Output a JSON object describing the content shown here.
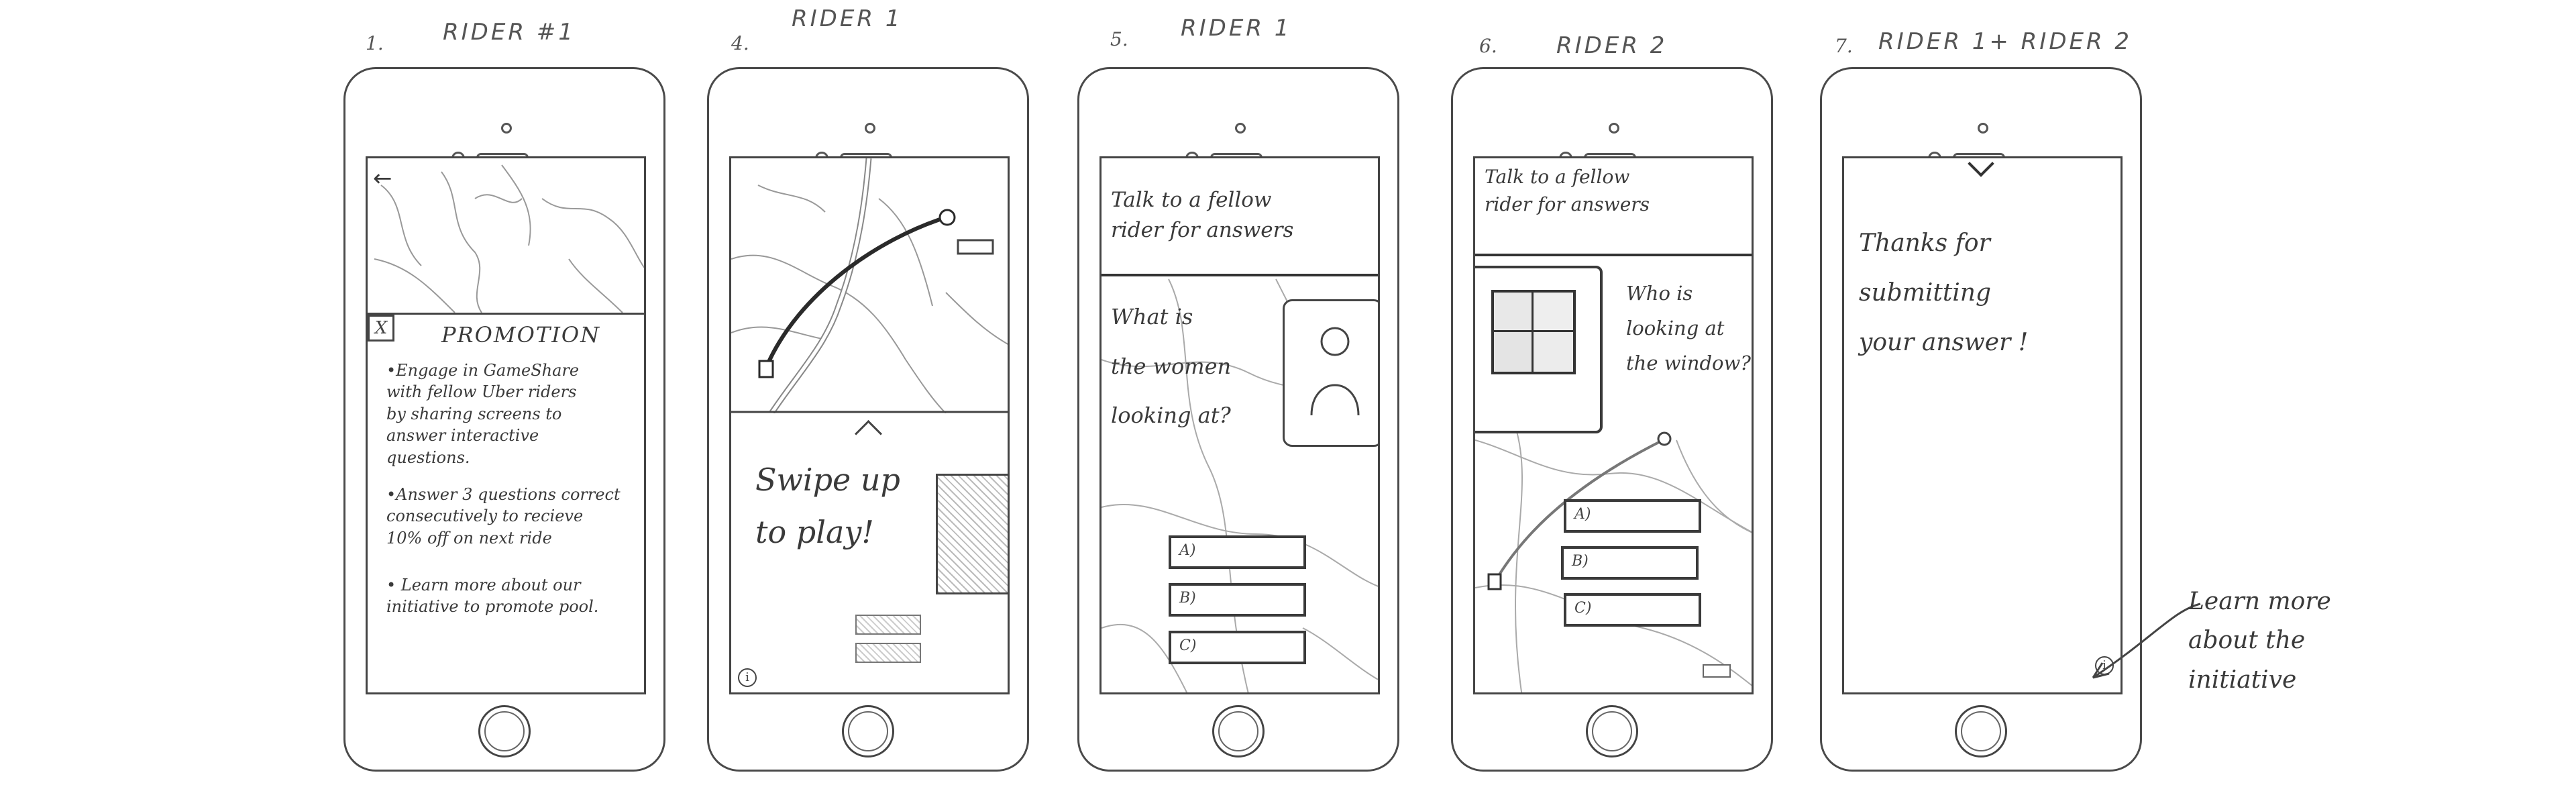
{
  "screens": [
    {
      "number": "1.",
      "header": "RIDER #1",
      "promo_title": "PROMOTION",
      "close_glyph": "X",
      "back_glyph": "←",
      "bullets": [
        "•Engage in GameShare\nwith fellow Uber riders\nby sharing screens to\nanswer interactive\nquestions.",
        "•Answer 3 questions correct\nconsecutively to recieve\n10% off on next ride",
        "• Learn more about our\ninitiative to promote pool."
      ]
    },
    {
      "number": "4.",
      "header": "RIDER 1",
      "swipe_text": "Swipe up\nto play!",
      "info_glyph": "i"
    },
    {
      "number": "5.",
      "header": "RIDER 1",
      "banner": "Talk to a fellow\nrider for answers",
      "question": "What is\nthe women\nlooking at?",
      "answers": [
        "A)",
        "B)",
        "C)"
      ]
    },
    {
      "number": "6.",
      "header": "RIDER 2",
      "banner": "Talk to a fellow\nrider for answers",
      "question": "Who is\nlooking at\nthe window?",
      "answers": [
        "A)",
        "B)",
        "C)"
      ]
    },
    {
      "number": "7.",
      "header": "RIDER 1+ RIDER 2",
      "thanks": "Thanks for\nsubmitting\nyour answer !",
      "info_glyph": "i"
    }
  ],
  "annotation": "Learn more\nabout the\ninitiative"
}
